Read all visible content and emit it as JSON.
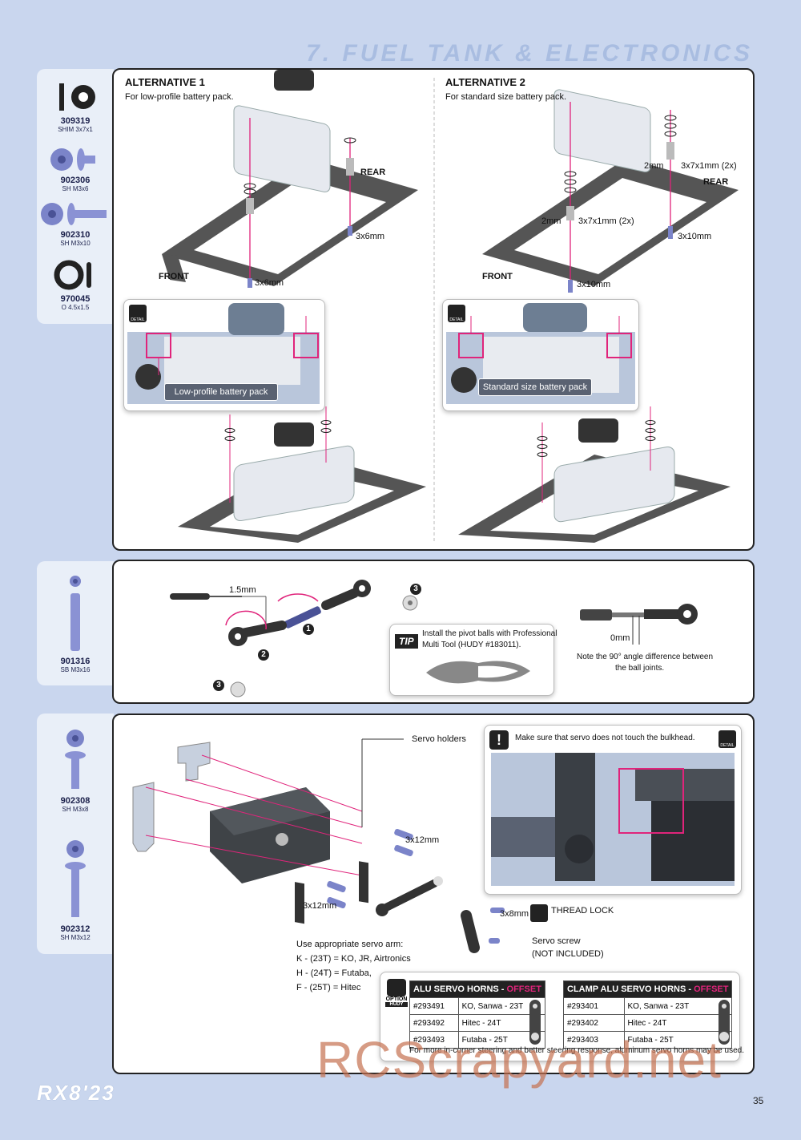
{
  "section_title": "7. FUEL TANK & ELECTRONICS",
  "parts": [
    {
      "code": "309319",
      "desc": "SHIM 3x7x1",
      "icon": "shim-icon"
    },
    {
      "code": "902306",
      "desc": "SH M3x6",
      "icon": "screw-icon"
    },
    {
      "code": "902310",
      "desc": "SH M3x10",
      "icon": "screw-icon"
    },
    {
      "code": "970045",
      "desc": "O 4.5x1.5",
      "icon": "o-ring-icon"
    },
    {
      "code": "901316",
      "desc": "SB M3x16",
      "icon": "set-screw-icon"
    },
    {
      "code": "902308",
      "desc": "SH M3x8",
      "icon": "screw-icon"
    },
    {
      "code": "902312",
      "desc": "SH M3x12",
      "icon": "screw-icon"
    }
  ],
  "step1": {
    "alt1": {
      "title": "ALTERNATIVE 1",
      "subtitle": "For low-profile battery pack.",
      "rear": "REAR",
      "front": "FRONT",
      "screw_rear": "3x6mm",
      "screw_front": "3x6mm",
      "detail_banner": "Low-profile battery pack",
      "detail_icon_label": "DETAIL"
    },
    "alt2": {
      "title": "ALTERNATIVE 2",
      "subtitle": "For standard size battery pack.",
      "rear": "REAR",
      "front": "FRONT",
      "shim_top_gap": "2mm",
      "shim_top": "3x7x1mm (2x)",
      "shim_mid_gap": "2mm",
      "shim_mid": "3x7x1mm (2x)",
      "screw_rear": "3x10mm",
      "screw_front": "3x10mm",
      "detail_banner": "Standard size battery pack",
      "detail_icon_label": "DETAIL"
    }
  },
  "step2": {
    "dim": "1.5mm",
    "step_numbers": [
      "1",
      "2",
      "3",
      "3"
    ],
    "tip_label": "TIP",
    "tip_text_line1": "Install the pivot balls with Professional",
    "tip_text_line2": "Multi Tool (HUDY #183011).",
    "zero_dim": "0mm",
    "angle_note_line1": "Note the 90° angle difference between",
    "angle_note_line2": "the ball joints."
  },
  "step3": {
    "servo_holders": "Servo holders",
    "warning": "Make sure that servo does not touch the bulkhead.",
    "detail_icon_label": "DETAIL",
    "screw_upper": "3x12mm",
    "screw_lower": "3x12mm",
    "horn_screw": "3x8mm",
    "thread_lock": "THREAD LOCK",
    "servo_screw_line1": "Servo screw",
    "servo_screw_line2": "(NOT INCLUDED)",
    "arm_heading": "Use appropriate servo arm:",
    "arm_k": "K - (23T) = KO, JR, Airtronics",
    "arm_h": "H - (24T) = Futaba,",
    "arm_f": "F - (25T) = Hitec",
    "option_label": "OPTION",
    "option_brand": "HUDY",
    "table1": {
      "title": "ALU SERVO HORNS - ",
      "title_accent": "OFFSET",
      "rows": [
        {
          "code": "#293491",
          "desc": "KO, Sanwa - 23T"
        },
        {
          "code": "#293492",
          "desc": "Hitec - 24T"
        },
        {
          "code": "#293493",
          "desc": "Futaba - 25T"
        }
      ]
    },
    "table2": {
      "title": "CLAMP ALU SERVO HORNS - ",
      "title_accent": "OFFSET",
      "rows": [
        {
          "code": "#293401",
          "desc": "KO, Sanwa - 23T"
        },
        {
          "code": "#293402",
          "desc": "Hitec - 24T"
        },
        {
          "code": "#293403",
          "desc": "Futaba - 25T"
        }
      ]
    },
    "footnote": "For more in-corner steering and better steering response, aluminum servo horns may be used."
  },
  "footer": {
    "logo": "RX8'23",
    "watermark": "RCScrapyard.net",
    "page": "35"
  }
}
